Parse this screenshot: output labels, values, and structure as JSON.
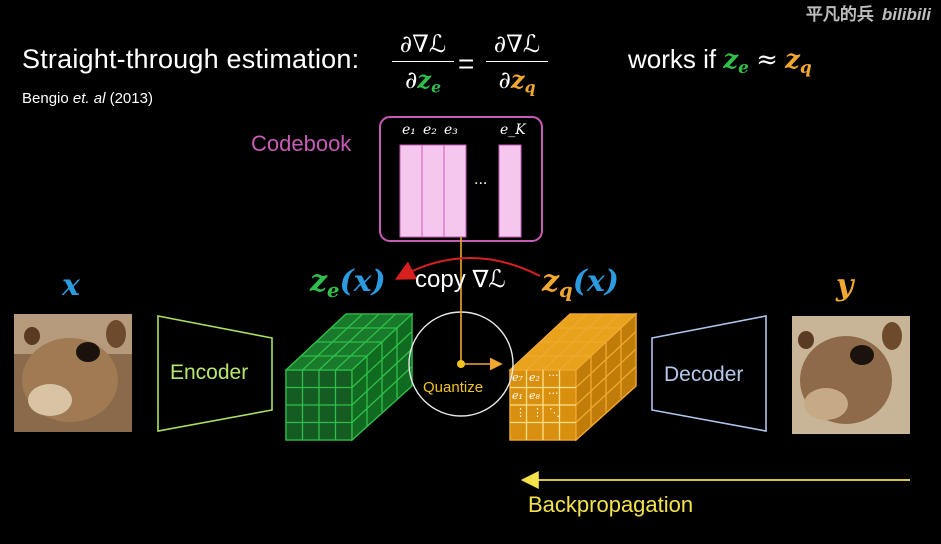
{
  "title": "Straight-through estimation:",
  "citation": {
    "author": "Bengio",
    "etal": "et. al",
    "year": "(2013)"
  },
  "watermark": {
    "text": "平凡的兵",
    "logo": "bilibili"
  },
  "equation": {
    "lhs_num": "∂∇ℒ",
    "lhs_den_d": "∂",
    "lhs_den_var": "z",
    "lhs_den_sub": "e",
    "equals": "=",
    "rhs_num": "∂∇ℒ",
    "rhs_den_d": "∂",
    "rhs_den_var": "z",
    "rhs_den_sub": "q"
  },
  "condition": {
    "prefix": "works if",
    "lhs_var": "z",
    "lhs_sub": "e",
    "approx": "≈",
    "rhs_var": "z",
    "rhs_sub": "q"
  },
  "labels": {
    "x": "x",
    "y": "y",
    "ze_var": "z",
    "ze_sub": "e",
    "ze_arg": "(x)",
    "zq_var": "z",
    "zq_sub": "q",
    "zq_arg": "(x)",
    "copy": "copy ∇ℒ",
    "codebook": "Codebook",
    "encoder": "Encoder",
    "decoder": "Decoder",
    "quantize": "Quantize",
    "backprop": "Backpropagation"
  },
  "codebook_entries": {
    "e1": "e₁",
    "e2": "e₂",
    "e3": "e₃",
    "eK": "e_K",
    "dots": "..."
  },
  "zq_grid": {
    "r1c1": "e₇",
    "r1c2": "e₂",
    "r1c3": "···",
    "r2c1": "e₁",
    "r2c2": "e₈",
    "r2c3": "···",
    "r3c1": "⋮",
    "r3c2": "⋮",
    "r3c3": "⋱"
  },
  "colors": {
    "green": "#2fbf4a",
    "orange": "#f0a830",
    "blue": "#2b9be0",
    "pink": "#c65cb6",
    "codebook_fill": "#f5c7ee",
    "encoder_stroke": "#a9e060",
    "decoder_stroke": "#aec4ea",
    "arrow_red": "#d82020",
    "yellow": "#f3e24a"
  },
  "icons": {
    "input_image": "animal-photo-icon",
    "output_image": "animal-photo-reconstructed-icon"
  }
}
